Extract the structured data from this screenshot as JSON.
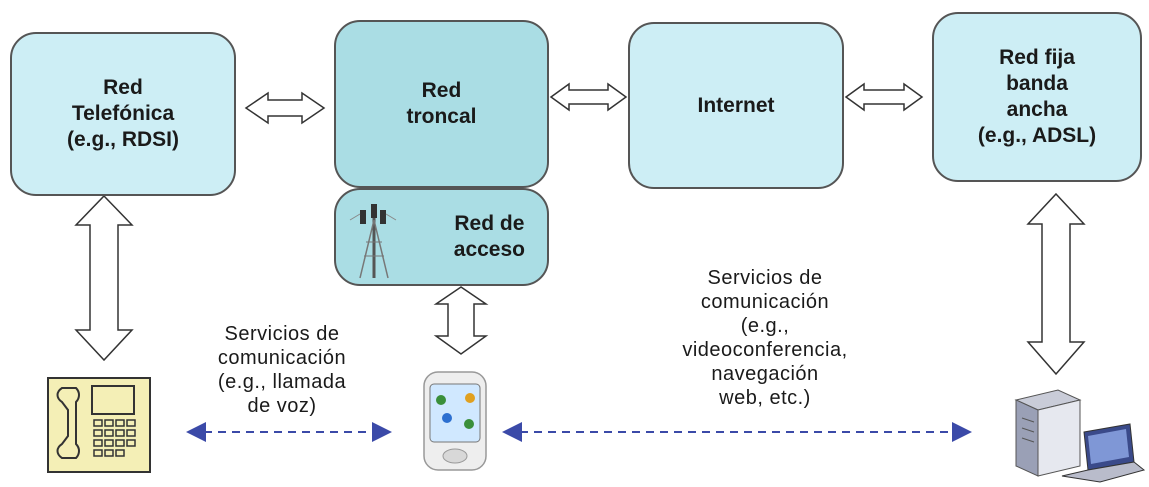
{
  "nodes": {
    "telephone_network": "Red\nTelefónica\n(e.g., RDSI)",
    "backbone": "Red\ntroncal",
    "access_network": "Red de\nacceso",
    "internet": "Internet",
    "broadband_network": "Red fija\nbanda\nancha\n(e.g., ADSL)"
  },
  "captions": {
    "voice_services": "Servicios de\ncomunicación\n(e.g., llamada\nde voz)",
    "data_services": "Servicios de\ncomunicación\n(e.g.,\nvideoconferencia,\nnavegación\nweb, etc.)"
  },
  "colors": {
    "box_fill": "#cdeef5",
    "box_fill_dark": "#aadde4",
    "dashed_arrow": "#3b4aa8"
  },
  "icons": [
    "telephone-icon",
    "cell-tower-icon",
    "mobile-phone-icon",
    "server-icon",
    "laptop-icon"
  ]
}
